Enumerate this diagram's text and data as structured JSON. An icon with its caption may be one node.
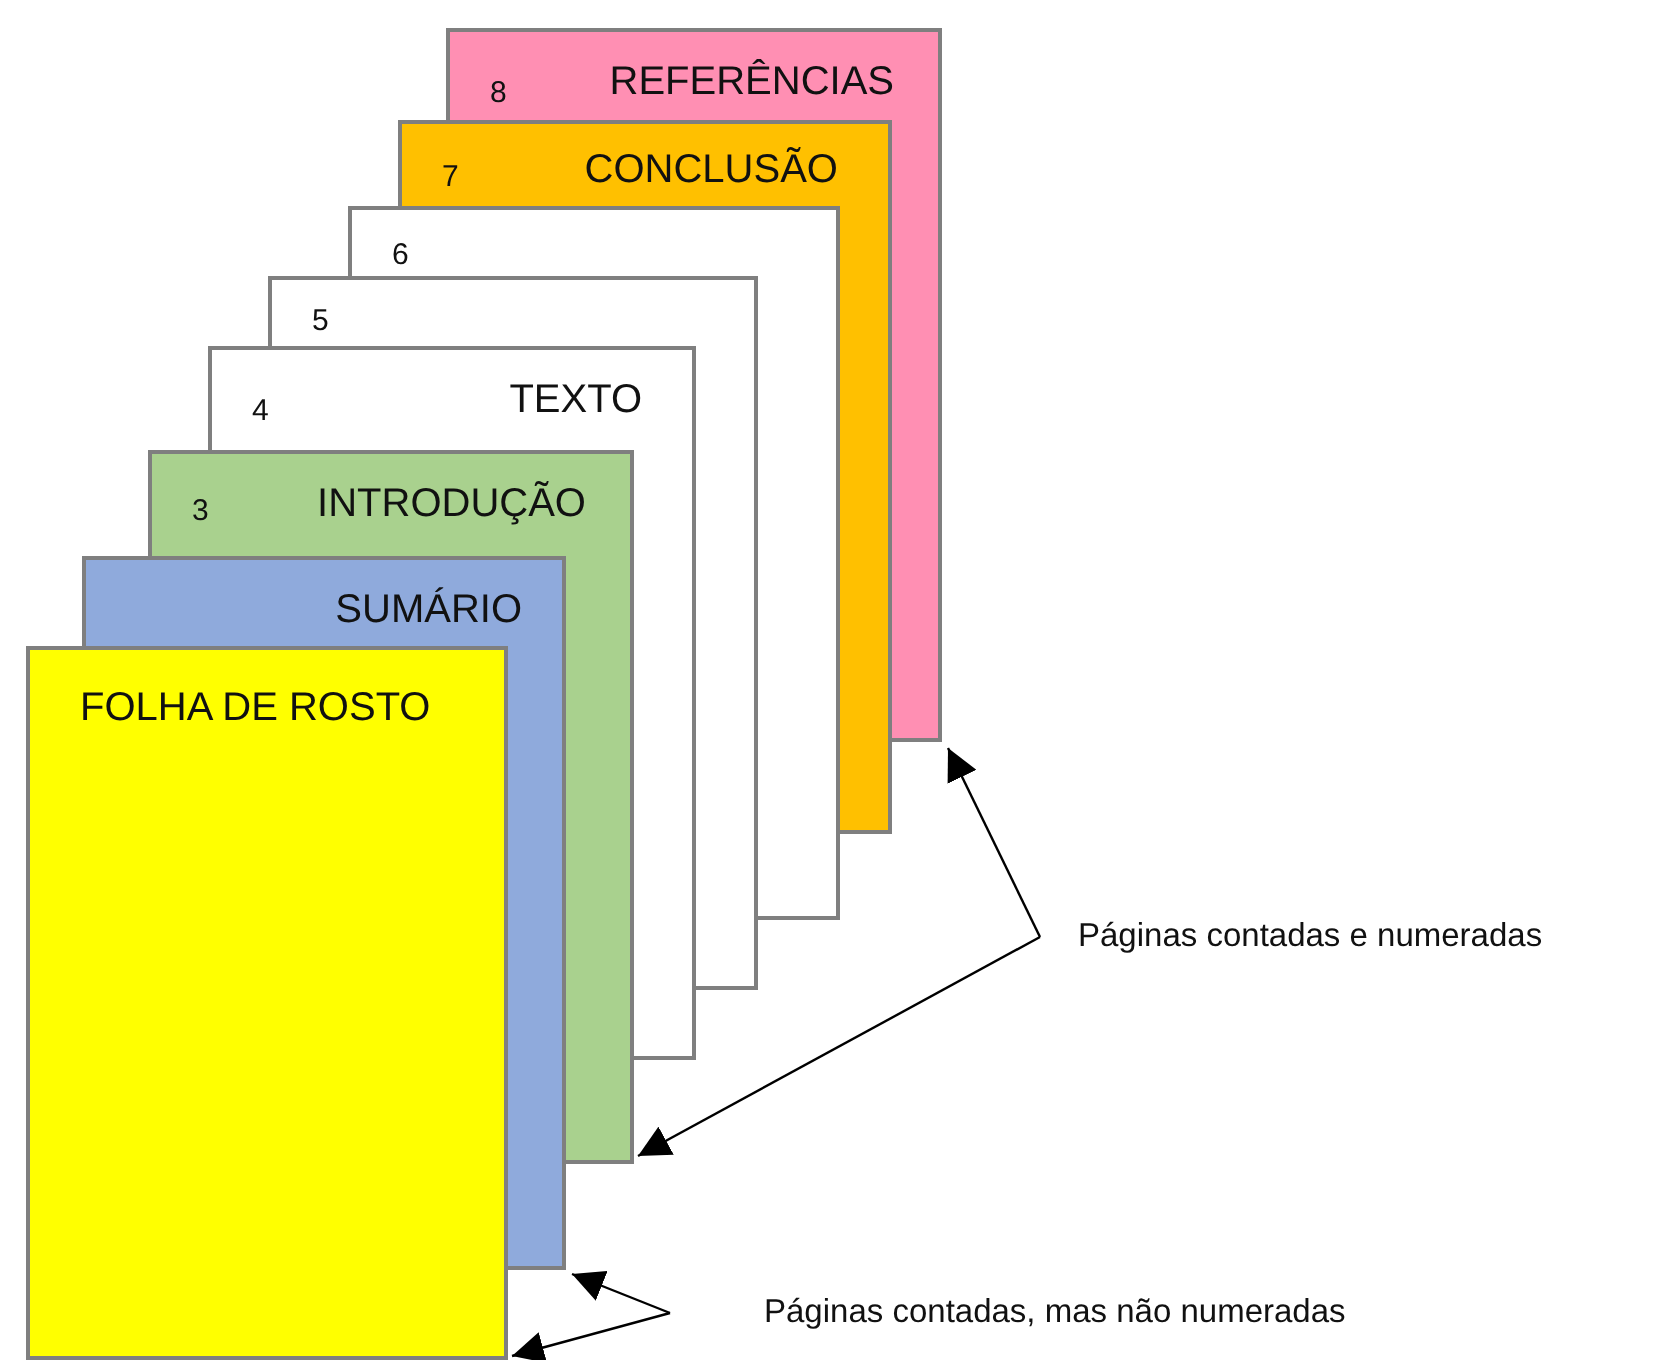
{
  "diagram": {
    "nodes": [
      {
        "text": [
          "8",
          "REFERÊNCIAS"
        ]
      },
      {
        "text": [
          "7",
          "CONCLUSÃO"
        ]
      },
      {
        "text": [
          "6"
        ]
      },
      {
        "text": [
          "5"
        ]
      },
      {
        "text": [
          "4",
          "TEXTO"
        ]
      },
      {
        "text": [
          "3",
          "INTRODUÇÃO"
        ]
      },
      {
        "text": [
          "SUMÁRIO"
        ]
      },
      {
        "text": [
          "FOLHA DE ROSTO"
        ]
      },
      {
        "text": [
          "Páginas contadas e numeradas"
        ]
      },
      {
        "text": [
          "Páginas contadas, mas não numeradas"
        ]
      }
    ],
    "edges": [
      {
        "from": 8,
        "to": 0,
        "arrow": "to"
      },
      {
        "from": 8,
        "to": 5,
        "arrow": "to"
      },
      {
        "from": 9,
        "to": 6,
        "arrow": "to"
      },
      {
        "from": 9,
        "to": 7,
        "arrow": "to"
      }
    ]
  }
}
